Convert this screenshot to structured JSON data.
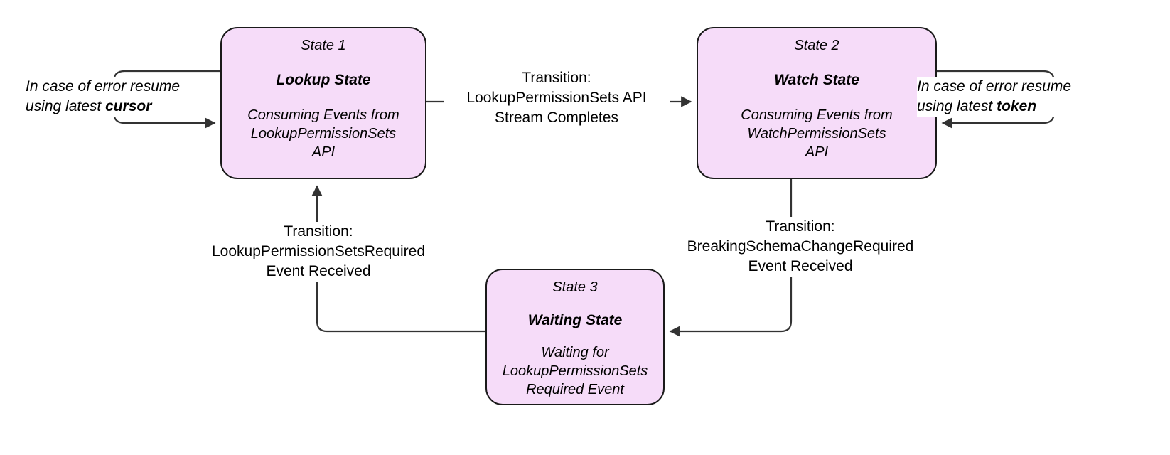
{
  "diagram": {
    "type": "state-machine",
    "background": "#ffffff",
    "node_fill": "#f6dcf9",
    "node_stroke": "#1a1a1a",
    "edge_stroke": "#333333"
  },
  "states": [
    {
      "id": "State 1",
      "title": "Lookup State",
      "description": "Consuming Events from\nLookupPermissionSets\nAPI"
    },
    {
      "id": "State 2",
      "title": "Watch State",
      "description": "Consuming Events from\nWatchPermissionSets\nAPI"
    },
    {
      "id": "State 3",
      "title": "Waiting State",
      "description": "Waiting for\nLookupPermissionSets\nRequired Event"
    }
  ],
  "transitions": [
    {
      "from": "State 1",
      "to": "State 2",
      "label": "Transition:\nLookupPermissionSets API\nStream Completes"
    },
    {
      "from": "State 3",
      "to": "State 1",
      "label": "Transition:\nLookupPermissionSetsRequired\nEvent Received"
    },
    {
      "from": "State 2",
      "to": "State 3",
      "label": "Transition:\nBreakingSchemaChangeRequired\nEvent Received"
    }
  ],
  "notes": [
    {
      "target": "State 1",
      "text_prefix": "In case of error resume\nusing latest ",
      "emphasis": "cursor"
    },
    {
      "target": "State 2",
      "text_prefix": "In case of error resume\nusing latest ",
      "emphasis": "token"
    }
  ]
}
